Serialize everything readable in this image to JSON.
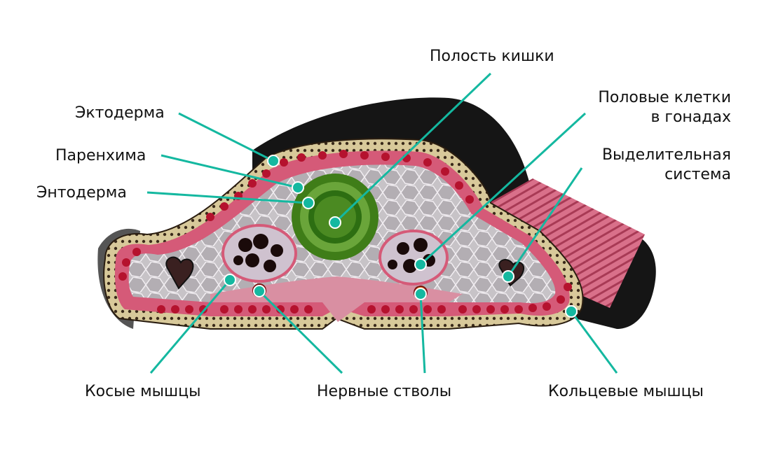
{
  "labels": {
    "gut_cavity": "Полость кишки",
    "ectoderm": "Эктодерма",
    "parenchyma": "Паренхима",
    "endoderm": "Энтодерма",
    "germ_cells_line1": "Половые клетки",
    "germ_cells_line2": "в гонадах",
    "excretory_line1": "Выделительная",
    "excretory_line2": "система",
    "oblique_muscles": "Косые мышцы",
    "nerve_trunks": "Нервные стволы",
    "ring_muscles": "Кольцевые мышцы"
  },
  "colors": {
    "pointer": "#14b8a0",
    "cilia": "#1a1a1a",
    "ectoderm_band": "#c9b98a",
    "muscle": "#c8506a",
    "muscle_dots": "#b5122e",
    "parenchyma": "#b8b4b8",
    "gut": "#4f8f1f",
    "nerve": "#e07a10"
  }
}
